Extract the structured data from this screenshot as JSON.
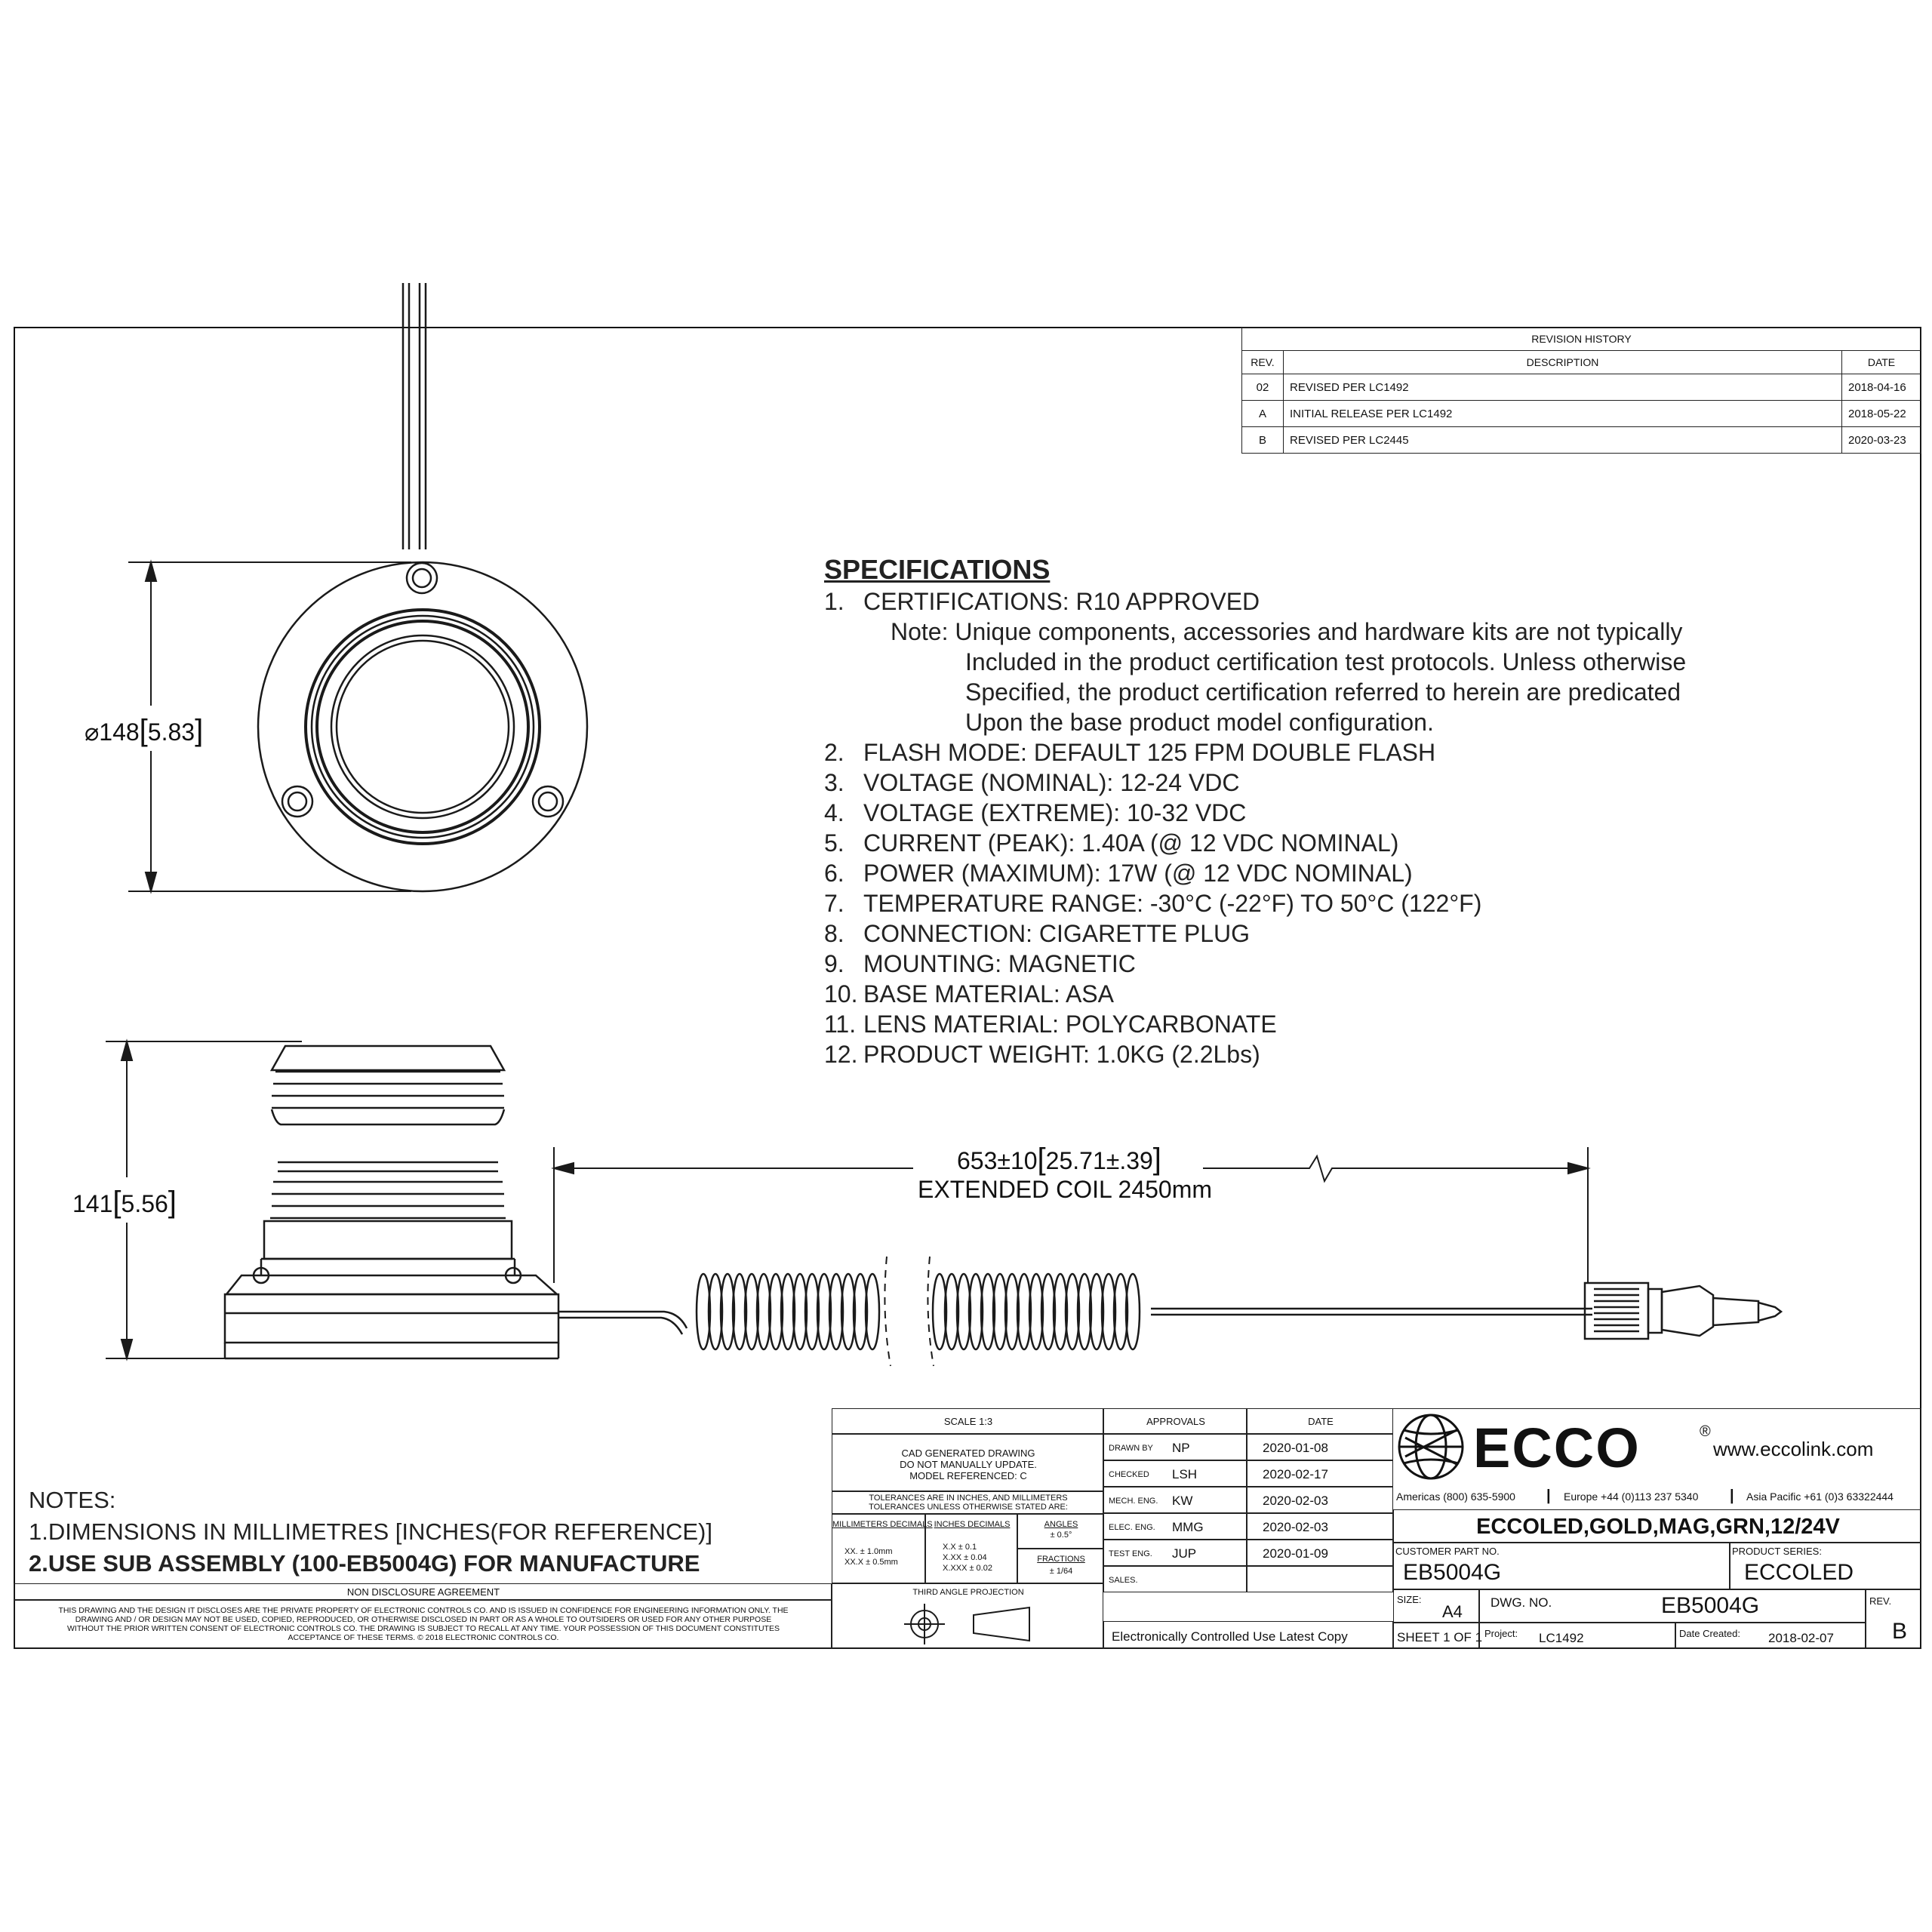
{
  "revision_history": {
    "title": "REVISION HISTORY",
    "columns": [
      "REV.",
      "DESCRIPTION",
      "DATE"
    ],
    "rows": [
      {
        "rev": "02",
        "description": "REVISED PER LC1492",
        "date": "2018-04-16"
      },
      {
        "rev": "A",
        "description": "INITIAL RELEASE PER LC1492",
        "date": "2018-05-22"
      },
      {
        "rev": "B",
        "description": "REVISED PER LC2445",
        "date": "2020-03-23"
      }
    ]
  },
  "dimensions": {
    "diameter": "⌀148",
    "diameter_in": "5.83",
    "height": "141",
    "height_in": "5.56",
    "cord_length": "653±10",
    "cord_length_in": "25.71±.39",
    "coil_note": "EXTENDED COIL 2450mm"
  },
  "specifications": {
    "title": "SPECIFICATIONS",
    "item1": {
      "num": "1.",
      "text": "CERTIFICATIONS: R10 APPROVED"
    },
    "note_lines": [
      "Note: Unique components, accessories and hardware kits are not typically",
      "Included in the product certification test protocols. Unless otherwise",
      "Specified, the product certification referred to herein are predicated",
      "Upon the base product model configuration."
    ],
    "items": [
      {
        "num": "2.",
        "text": "FLASH MODE: DEFAULT 125 FPM DOUBLE FLASH"
      },
      {
        "num": "3.",
        "text": "VOLTAGE (NOMINAL): 12-24 VDC"
      },
      {
        "num": "4.",
        "text": "VOLTAGE (EXTREME):  10-32 VDC"
      },
      {
        "num": "5.",
        "text": "CURRENT (PEAK): 1.40A (@ 12 VDC NOMINAL)"
      },
      {
        "num": "6.",
        "text": "POWER (MAXIMUM): 17W (@ 12 VDC NOMINAL)"
      },
      {
        "num": "7.",
        "text": "TEMPERATURE RANGE: -30°C (-22°F) TO 50°C (122°F)"
      },
      {
        "num": "8.",
        "text": "CONNECTION:  CIGARETTE PLUG"
      },
      {
        "num": "9.",
        "text": "MOUNTING: MAGNETIC"
      },
      {
        "num": "10.",
        "text": "BASE MATERIAL: ASA"
      },
      {
        "num": "11.",
        "text": "LENS MATERIAL: POLYCARBONATE"
      },
      {
        "num": "12.",
        "text": "PRODUCT WEIGHT: 1.0KG (2.2Lbs)"
      }
    ]
  },
  "notes": {
    "title": "NOTES:",
    "line1": "1.DIMENSIONS IN MILLIMETRES [INCHES(FOR REFERENCE)]",
    "line2": "2.USE SUB ASSEMBLY (100-EB5004G) FOR MANUFACTURE"
  },
  "title_block": {
    "scale": "SCALE 1:3",
    "cad_note": [
      "CAD GENERATED DRAWING",
      "DO NOT MANUALLY UPDATE.",
      "MODEL REFERENCED: C"
    ],
    "tolerance_note": [
      "TOLERANCES ARE IN INCHES, AND MILLIMETERS",
      "TOLERANCES UNLESS OTHERWISE STATED ARE:"
    ],
    "mm_decimals": {
      "label": "MILLIMETERS DECIMALS",
      "lines": [
        "XX. ±   1.0mm",
        "XX.X ±  0.5mm"
      ]
    },
    "in_decimals": {
      "label": "INCHES DECIMALS",
      "lines": [
        "X.X ± 0.1",
        "X.XX ± 0.04",
        "X.XXX ± 0.02"
      ]
    },
    "angles": {
      "label": "ANGLES",
      "value": "± 0.5°"
    },
    "fractions": {
      "label": "FRACTIONS",
      "value": "± 1/64"
    },
    "nda_title": "NON DISCLOSURE AGREEMENT",
    "nda_text": [
      "THIS DRAWING AND THE DESIGN IT DISCLOSES ARE THE PRIVATE PROPERTY OF ELECTRONIC CONTROLS CO. AND IS ISSUED IN CONFIDENCE FOR ENGINEERING INFORMATION ONLY. THE",
      "DRAWING AND / OR DESIGN MAY NOT BE USED, COPIED, REPRODUCED, OR OTHERWISE DISCLOSED IN PART OR AS A WHOLE TO OUTSIDERS OR USED FOR ANY OTHER PURPOSE",
      "WITHOUT THE PRIOR WRITTEN CONSENT OF ELECTRONIC CONTROLS CO. THE DRAWING IS SUBJECT TO RECALL AT ANY TIME. YOUR POSSESSION OF THIS DOCUMENT CONSTITUTES",
      "ACCEPTANCE OF THESE TERMS.  © 2018 ELECTRONIC CONTROLS CO."
    ],
    "projection": "THIRD ANGLE PROJECTION",
    "approvals_header": "APPROVALS",
    "date_header": "DATE",
    "approvals": [
      {
        "role": "DRAWN BY",
        "name": "NP",
        "date": "2020-01-08"
      },
      {
        "role": "CHECKED",
        "name": "LSH",
        "date": "2020-02-17"
      },
      {
        "role": "MECH. ENG.",
        "name": "KW",
        "date": "2020-02-03"
      },
      {
        "role": "ELEC. ENG.",
        "name": "MMG",
        "date": "2020-02-03"
      },
      {
        "role": "TEST ENG.",
        "name": "JUP",
        "date": "2020-01-09"
      },
      {
        "role": "SALES.",
        "name": "",
        "date": ""
      }
    ],
    "copy_note": "Electronically Controlled Use Latest Copy",
    "brand": "ECCO",
    "website": "www.eccolink.com",
    "contacts": {
      "americas": "Americas  (800) 635-5900",
      "europe": "Europe  +44 (0)113 237 5340",
      "asia": "Asia Pacific  +61 (0)3 63322444"
    },
    "product_title": "ECCOLED,GOLD,MAG,GRN,12/24V",
    "customer_part_label": "CUSTOMER PART NO.",
    "customer_part": "EB5004G",
    "product_series_label": "PRODUCT SERIES:",
    "product_series": "ECCOLED",
    "size_label": "SIZE:",
    "size": "A4",
    "dwg_label": "DWG.  NO.",
    "dwg_no": "EB5004G",
    "rev_label": "REV.",
    "rev": "B",
    "sheet": "SHEET 1 OF 1",
    "project_label": "Project:",
    "project": "LC1492",
    "date_created_label": "Date Created:",
    "date_created": "2018-02-07"
  }
}
